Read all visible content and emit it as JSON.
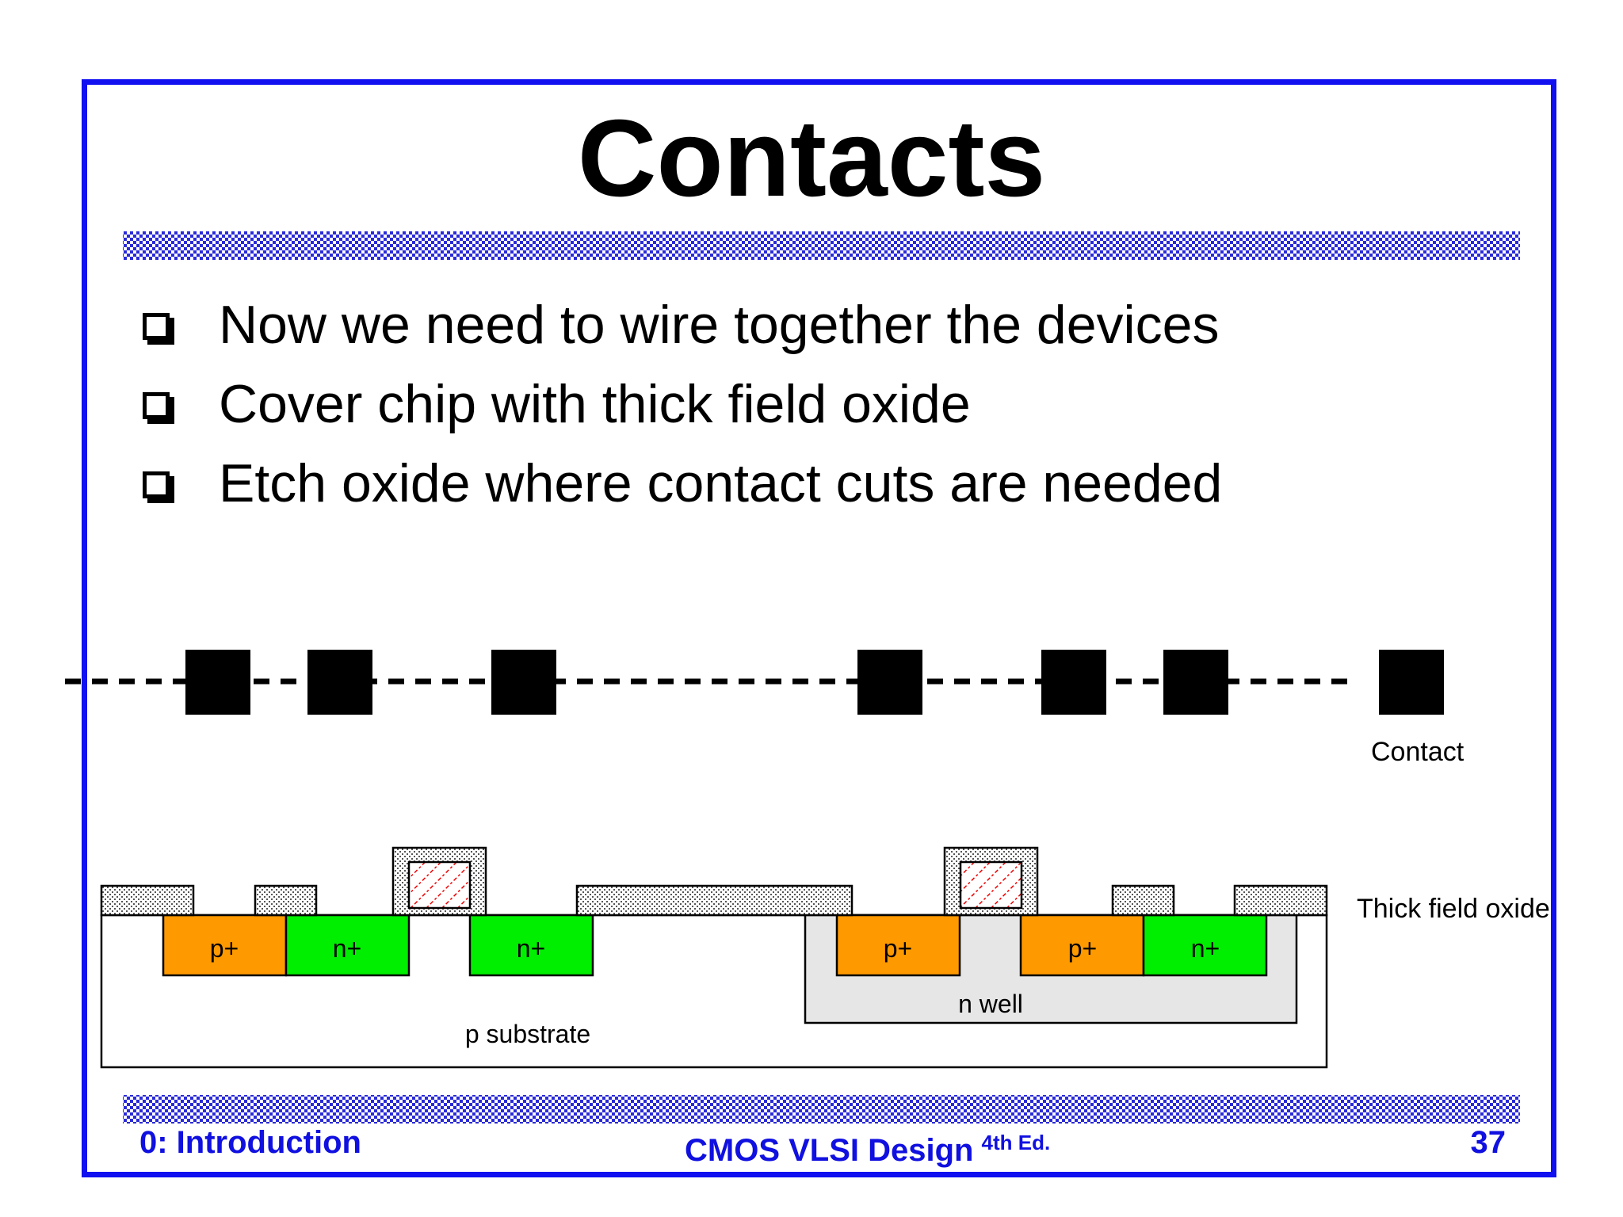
{
  "slide": {
    "title": "Contacts",
    "bullets": [
      "Now we need to wire together the devices",
      "Cover chip with thick field oxide",
      "Etch oxide where contact cuts are needed"
    ]
  },
  "diagram": {
    "legend": {
      "contact": "Contact",
      "thick_field_oxide": "Thick field oxide"
    },
    "regions": {
      "p_plus": "p+",
      "n_plus": "n+",
      "n_well": "n well",
      "p_substrate": "p substrate"
    },
    "colors": {
      "p_plus": "#ff9900",
      "n_plus": "#00ee00",
      "n_well": "#e6e6e6",
      "poly_hatch": "#ee0000",
      "accent_blue": "#1010f0"
    }
  },
  "footer": {
    "left": "0: Introduction",
    "center": "CMOS VLSI Design",
    "center_sup": "4th Ed.",
    "page": "37"
  }
}
